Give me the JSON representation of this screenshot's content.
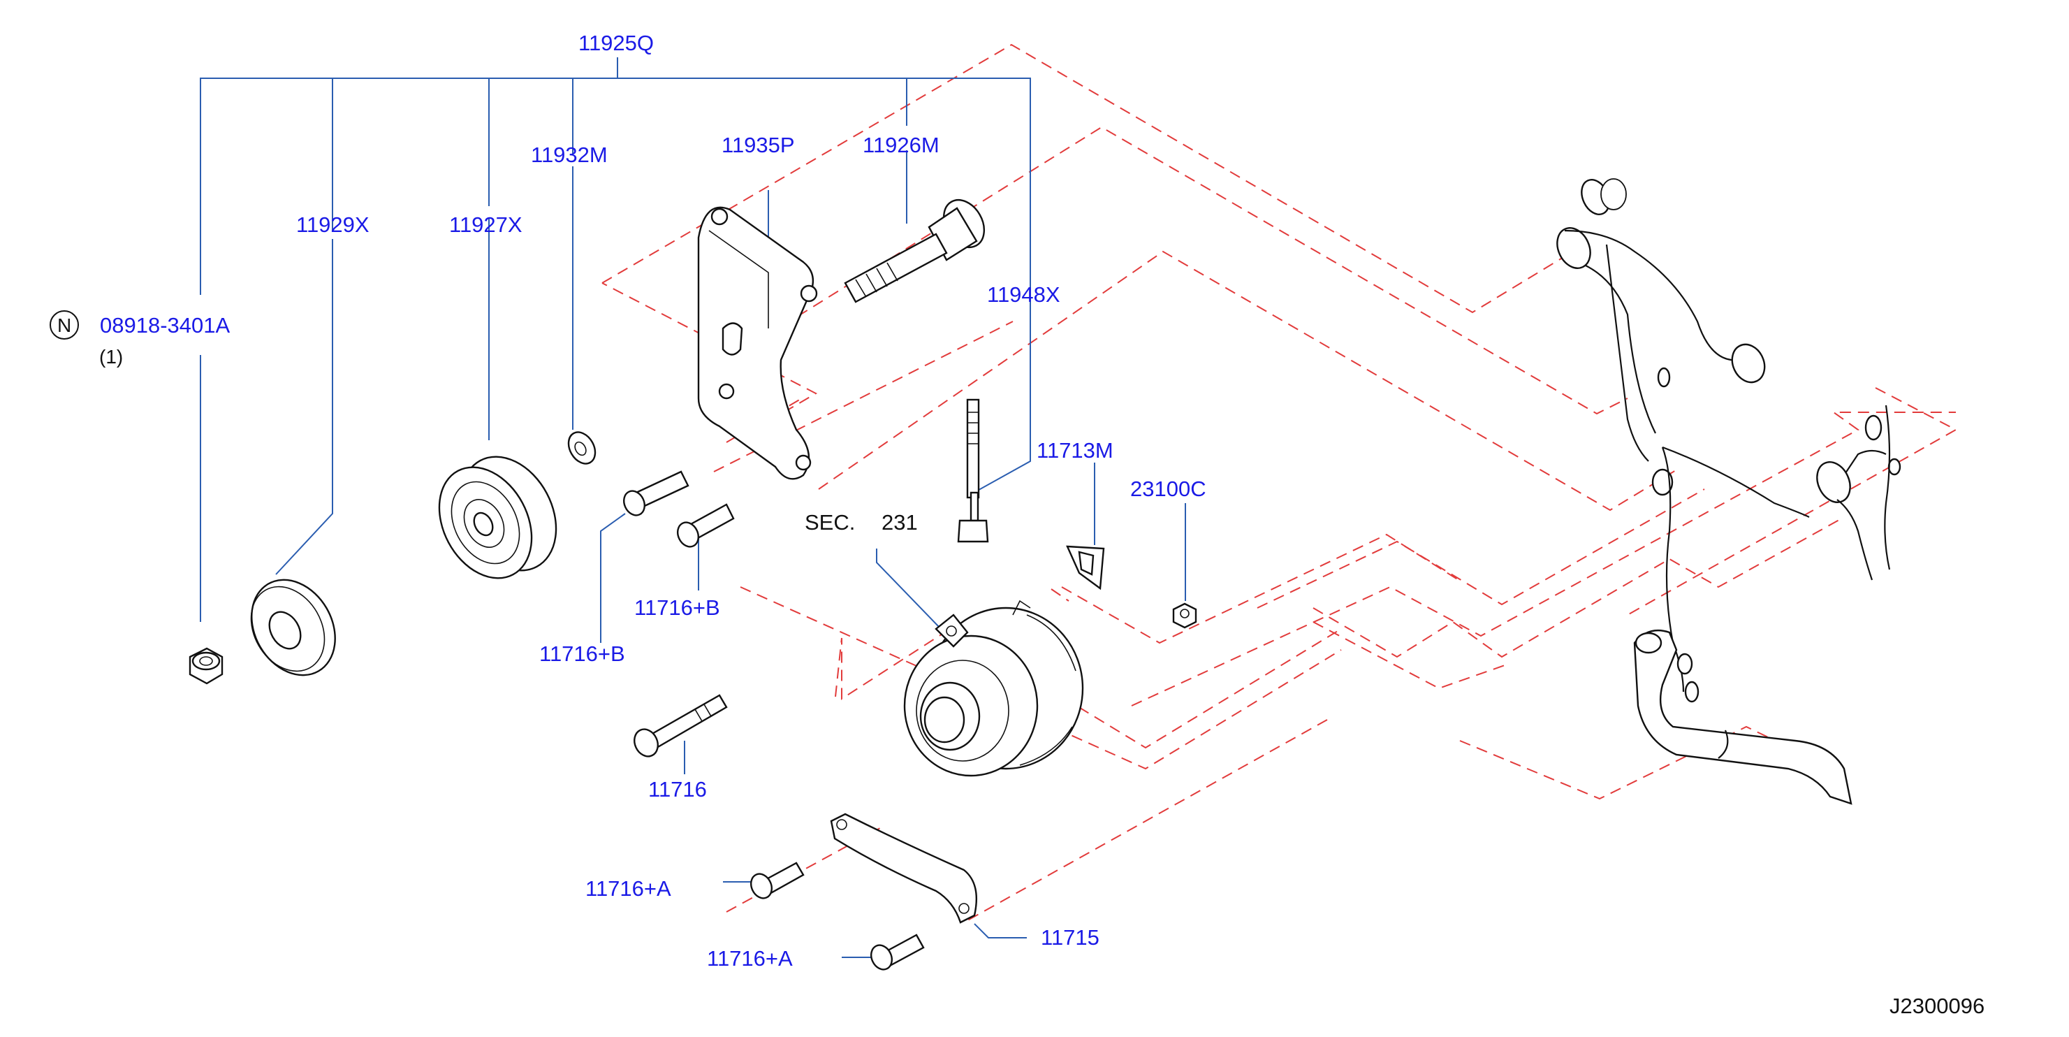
{
  "diagram_id": "J2300096",
  "section_ref": {
    "prefix": "SEC.",
    "number": "231"
  },
  "note": {
    "symbol": "N",
    "part": "08918-3401A",
    "qty": "(1)"
  },
  "parts": {
    "kit": "11925Q",
    "bolt": "11926M",
    "pulley": "11927X",
    "cover": "11929X",
    "washer": "11932M",
    "bracket": "11935P",
    "stud": "11948X",
    "insulator": "11713M",
    "nut": "23100C",
    "bolt_b1": "11716+B",
    "bolt_b2": "11716+B",
    "bolt_long": "11716",
    "bolt_a1": "11716+A",
    "bolt_a2": "11716+A",
    "adjust_bar": "11715"
  },
  "colors": {
    "label": "#1a1ae6",
    "leader": "#2a5db0",
    "phantom": "#e23b3b",
    "outline": "#111111"
  }
}
